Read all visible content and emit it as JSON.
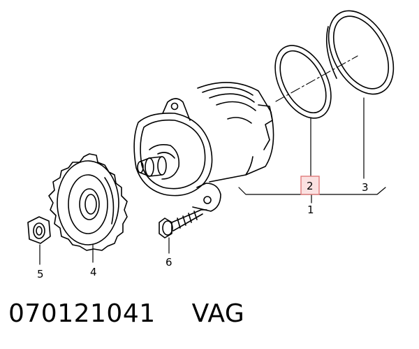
{
  "diagram": {
    "callouts": [
      {
        "id": "1",
        "label": "1"
      },
      {
        "id": "2",
        "label": "2",
        "highlighted": true
      },
      {
        "id": "3",
        "label": "3"
      },
      {
        "id": "4",
        "label": "4"
      },
      {
        "id": "5",
        "label": "5"
      },
      {
        "id": "6",
        "label": "6"
      }
    ],
    "highlight_color": "#e07a7a",
    "line_color": "#000000"
  },
  "footer": {
    "part_number": "070121041",
    "brand": "VAG"
  }
}
